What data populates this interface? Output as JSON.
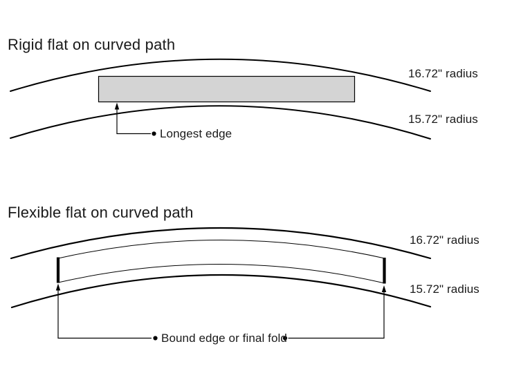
{
  "colors": {
    "background": "#ffffff",
    "line": "#000000",
    "panel_fill": "#d4d4d4",
    "text": "#1a1a1a"
  },
  "rigid": {
    "title": "Rigid flat on curved path",
    "outer_radius_label": "16.72\" radius",
    "inner_radius_label": "15.72\" radius",
    "callout_label": "Longest edge"
  },
  "flexible": {
    "title": "Flexible flat on curved path",
    "outer_radius_label": "16.72\" radius",
    "inner_radius_label": "15.72\" radius",
    "callout_label": "Bound edge or final fold"
  }
}
